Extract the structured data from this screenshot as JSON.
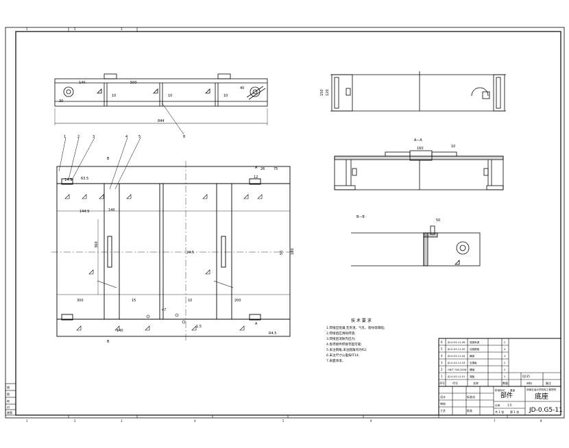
{
  "border": {
    "top_zone_labels": [
      "1",
      "2",
      "3"
    ],
    "bottom_zone_labels": [
      "1",
      "2",
      "3",
      "4",
      "5",
      "6",
      "7",
      "8"
    ]
  },
  "top_view": {
    "dims": [
      "140",
      "500",
      "10",
      "10",
      "10",
      "40",
      "30",
      "844"
    ],
    "part_label": "8"
  },
  "side_view": {
    "dims": [
      "150",
      "120"
    ]
  },
  "plan_view": {
    "balloons": [
      "1",
      "2",
      "3",
      "4",
      "5"
    ],
    "section_marks": [
      "B",
      "B",
      "A",
      "A"
    ],
    "dims": [
      "14.5",
      "63.5",
      "144.9",
      "140",
      "360",
      "24.5",
      "300",
      "15",
      "200",
      "10",
      "47",
      "140",
      "R4.5",
      "1.5",
      "26",
      "75",
      "12",
      "180",
      "50"
    ]
  },
  "section_aa": {
    "title": "A—A",
    "dims": [
      "160",
      "10"
    ]
  },
  "section_bb": {
    "title": "B—B",
    "dims": [
      "50"
    ]
  },
  "tech_requirements": {
    "title": "技 术 要 求",
    "items": [
      "1.焊缝应饱满,无夹渣、气孔、裂纹等缺陷;",
      "2.焊接后应清除焊渣;",
      "3.焊接后消除内应力;",
      "4.各焊接件焊接牢固可靠;",
      "5.未注倒角,未注圆角均为R2;",
      "6.未注尺寸公差按IT14;",
      "7.表面涂漆。"
    ]
  },
  "title_block": {
    "bom_rows": [
      [
        "6",
        "JD-0.G5-11-06",
        "底座纵梁",
        "2"
      ],
      [
        "5",
        "JD-0.G5-11-05",
        "加强筋板",
        "4"
      ],
      [
        "4",
        "JD-0.G5-11-04",
        "横梁",
        "3"
      ],
      [
        "3",
        "JD-0.G5-11-03",
        "支撑板",
        "2"
      ],
      [
        "2",
        "GB/T 706-2008",
        "槽钢",
        "2"
      ],
      [
        "1",
        "JD-0.G5-11-01",
        "端板",
        "2"
      ]
    ],
    "bom_headers": [
      "序号",
      "代号",
      "名称",
      "数量",
      "材料",
      "备注"
    ],
    "material": "Q235",
    "school": "西南石油大学机电工程学院",
    "part_kind": "部件",
    "part_name": "底座",
    "drawing_no": "JD-0.G5-11",
    "scale": "1:5",
    "sheet_total": "共 1 张",
    "sheet_no": "第 1 张",
    "signature_labels": [
      "设计",
      "审核",
      "工艺",
      "标准化",
      "批准"
    ],
    "misc": [
      "阶段标记",
      "重量",
      "比例"
    ]
  },
  "left_strip": [
    "描",
    "图",
    "校",
    "对",
    "底图"
  ]
}
